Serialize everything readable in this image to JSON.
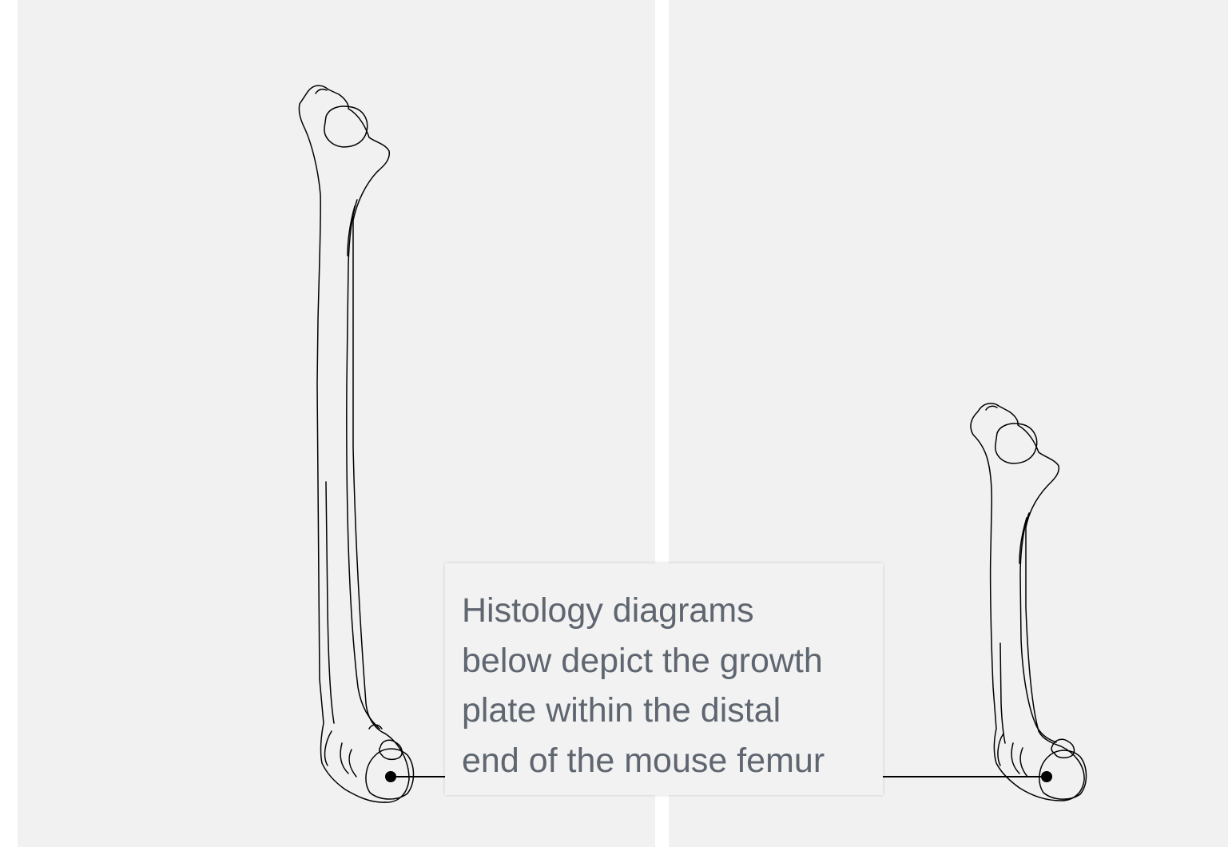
{
  "caption": {
    "text": "Histology diagrams\nbelow depict the growth\nplate within the distal\nend of the mouse femur"
  },
  "colors": {
    "panel_background": "#f1f1f1",
    "divider": "#ffffff",
    "outline": "#000000",
    "caption_text": "#5f6670"
  },
  "figures": [
    {
      "name": "long-femur",
      "depicts": "femur bone outline"
    },
    {
      "name": "short-femur",
      "depicts": "femur bone outline"
    }
  ]
}
